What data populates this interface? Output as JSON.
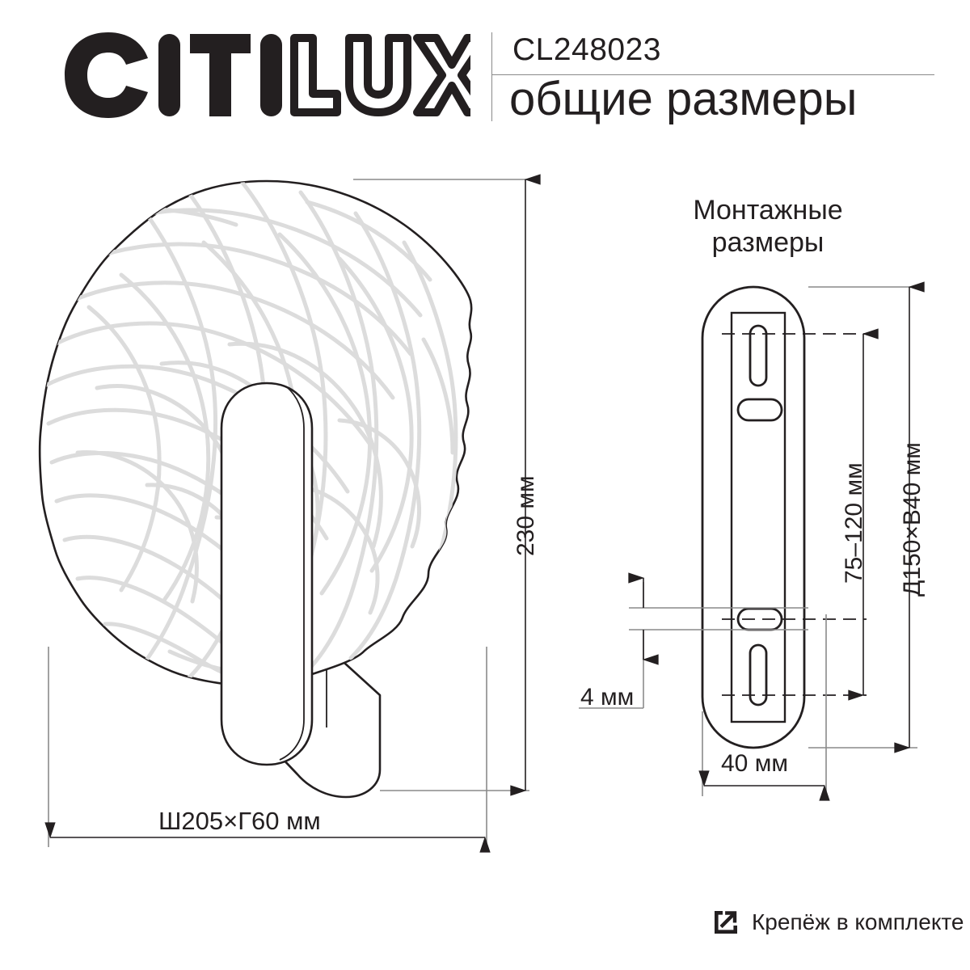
{
  "header": {
    "logo_text": "CITILUX",
    "logo_solid_part": "CITI",
    "logo_outline_part": "LUX",
    "model_code": "CL248023",
    "title": "общие размеры"
  },
  "mounting_panel": {
    "title_line1": "Монтажные",
    "title_line2": "размеры"
  },
  "dimensions": {
    "height": "230 мм",
    "width_depth": "Ш205×Г60 мм",
    "mount_spacing": "75–120 мм",
    "mount_plate": "Д150×В40 мм",
    "plate_thickness": "4 мм",
    "plate_width": "40 мм"
  },
  "footer": {
    "icon": "arrow-into-box-icon",
    "text": "Крепёж в комплекте"
  },
  "colors": {
    "ink": "#231f20",
    "line": "#8a8a8a",
    "marble": "#dcdcdc",
    "background": "#ffffff"
  }
}
